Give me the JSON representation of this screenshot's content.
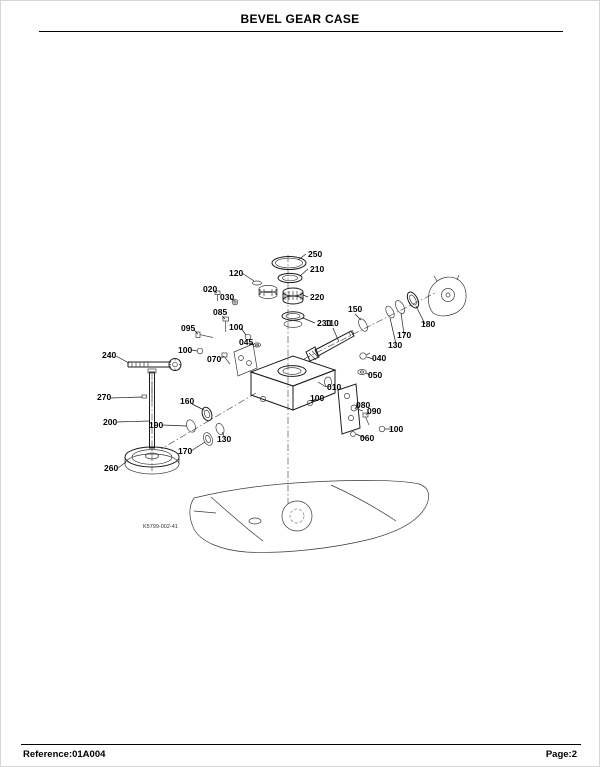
{
  "header": {
    "title": "BEVEL GEAR CASE"
  },
  "diagram": {
    "drawing_number": "K5799-002-41",
    "callouts": [
      "250",
      "210",
      "220",
      "230",
      "120",
      "020",
      "030",
      "085",
      "100",
      "110",
      "150",
      "180",
      "170",
      "130",
      "095",
      "100",
      "045",
      "070",
      "240",
      "270",
      "200",
      "160",
      "190",
      "130",
      "170",
      "260",
      "010",
      "100",
      "080",
      "090",
      "100",
      "060",
      "040",
      "050"
    ]
  },
  "footer": {
    "reference": "Reference:01A004",
    "page": "Page:2"
  }
}
